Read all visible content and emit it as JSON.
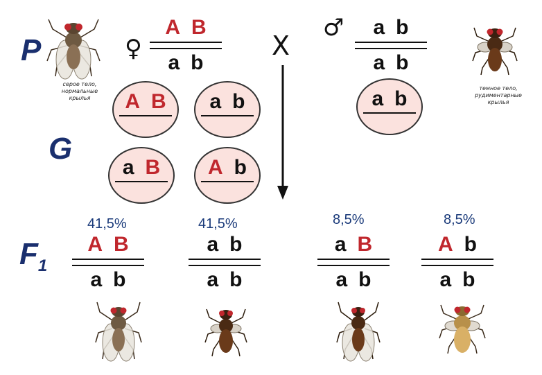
{
  "stages": {
    "p": "P",
    "g": "G",
    "f": "F",
    "f_sub": "1"
  },
  "symbols": {
    "female": "♀",
    "male": "♂",
    "cross": "X"
  },
  "alleles": {
    "A": "A",
    "B": "B",
    "a": "a",
    "b": "b"
  },
  "captions": {
    "female_line1": "серое тело,",
    "female_line2": "нормальные",
    "female_line3": "крылья",
    "male_line1": "темное тело,",
    "male_line2": "рудиментарные",
    "male_line3": "крылья"
  },
  "offspring_percent": [
    "41,5%",
    "41,5%",
    "8,5%",
    "8,5%"
  ],
  "colors": {
    "dominant": "#c0272d",
    "recessive": "#111111",
    "stage": "#1a2f6e",
    "percent": "#1a3a7a",
    "gamete_fill": "#fbe2de"
  }
}
